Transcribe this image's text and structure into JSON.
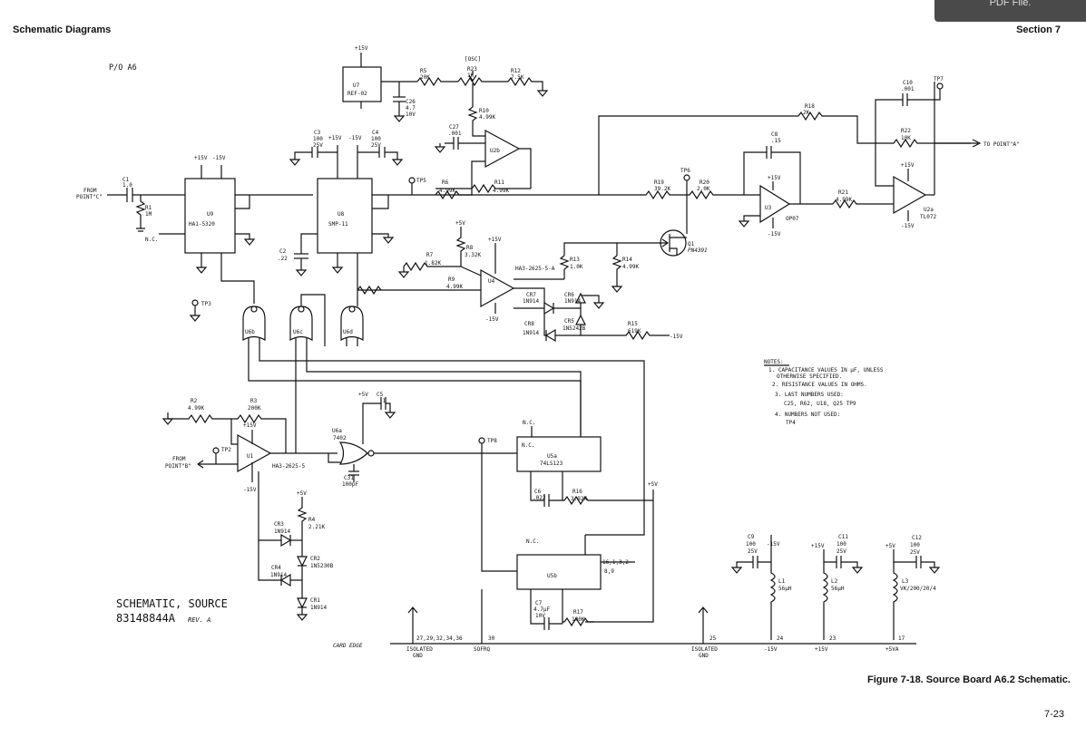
{
  "header": {
    "left": "Schematic Diagrams",
    "right": "Section 7",
    "pdf_badge": "PDF File."
  },
  "footer": {
    "figure_caption": "Figure 7-18.  Source Board A6.2 Schematic.",
    "page_number": "7-23"
  },
  "board_ref": "P/O A6",
  "title_block": {
    "line1": "SCHEMATIC, SOURCE",
    "part_number": "83148844A",
    "rev": "REV. A"
  },
  "notes": {
    "heading": "NOTES:",
    "items": [
      "1. CAPACITANCE VALUES IN μF, UNLESS",
      "OTHERWISE SPECIFIED.",
      "2. RESISTANCE VALUES IN OHMS.",
      "3. LAST NUMBERS USED:",
      "C25, R62, U18, Q25 TP9",
      "4. NUMBERS NOT USED:",
      "TP4"
    ]
  },
  "ics": {
    "u9": {
      "ref": "U9",
      "part": "HA1-5320"
    },
    "u8": {
      "ref": "U8",
      "part": "SMP-11"
    },
    "u7": {
      "ref": "U7",
      "part": "REF-02"
    },
    "u2b": {
      "ref": "U2b"
    },
    "u4": {
      "ref": "U4",
      "part": "HA3-2625-5-A"
    },
    "u3": {
      "ref": "U3",
      "part": "OP07"
    },
    "u2a": {
      "ref": "U2a",
      "part": "TL072"
    },
    "u1": {
      "ref": "U1",
      "part": "HA3-2625-5"
    },
    "u6a": {
      "ref": "U6a",
      "part": "7402"
    },
    "u6b": {
      "ref": "U6b"
    },
    "u6c": {
      "ref": "U6c"
    },
    "u6d": {
      "ref": "U6d"
    },
    "u5a": {
      "ref": "U5a",
      "part": "74LS123"
    },
    "u5b": {
      "ref": "U5b"
    },
    "q1": {
      "ref": "Q1",
      "part": "PN4391"
    }
  },
  "resistors": [
    {
      "ref": "R5",
      "value": "20K"
    },
    {
      "ref": "R23",
      "value": "1K"
    },
    {
      "ref": "R12",
      "value": "7.5K"
    },
    {
      "ref": "R10",
      "value": "4.99K"
    },
    {
      "ref": "R6",
      "value": "4.99K"
    },
    {
      "ref": "R11",
      "value": "4.99K"
    },
    {
      "ref": "R18",
      "value": "2K"
    },
    {
      "ref": "R19",
      "value": "39.2K"
    },
    {
      "ref": "R20",
      "value": "2.0K"
    },
    {
      "ref": "R22",
      "value": "10K"
    },
    {
      "ref": "R21",
      "value": "4.99K"
    },
    {
      "ref": "R1",
      "value": "1M"
    },
    {
      "ref": "R7",
      "value": "1.82K"
    },
    {
      "ref": "R8",
      "value": "3.32K"
    },
    {
      "ref": "R9",
      "value": "4.99K"
    },
    {
      "ref": "R13",
      "value": "1.0K"
    },
    {
      "ref": "R14",
      "value": "4.99K"
    },
    {
      "ref": "R15",
      "value": "619K"
    },
    {
      "ref": "R2",
      "value": "4.99K"
    },
    {
      "ref": "R3",
      "value": "200K"
    },
    {
      "ref": "R4",
      "value": "2.21K"
    },
    {
      "ref": "R16",
      "value": "3.92K"
    },
    {
      "ref": "R17",
      "value": "100K"
    }
  ],
  "capacitors": [
    {
      "ref": "C1",
      "value": "1.0"
    },
    {
      "ref": "C2",
      "value": ".22"
    },
    {
      "ref": "C3",
      "value": "100",
      "rating": "25V"
    },
    {
      "ref": "C4",
      "value": "100",
      "rating": "25V"
    },
    {
      "ref": "C26",
      "value": "4.7",
      "rating": "10V"
    },
    {
      "ref": "C27",
      "value": ".001"
    },
    {
      "ref": "C8",
      "value": ".15"
    },
    {
      "ref": "C10",
      "value": ".001"
    },
    {
      "ref": "C5",
      "value": ".1"
    },
    {
      "ref": "C31",
      "value": "100pF"
    },
    {
      "ref": "C6",
      "value": ".022"
    },
    {
      "ref": "C7",
      "value": "4.7μF",
      "rating": "10V"
    },
    {
      "ref": "C9",
      "value": "100",
      "rating": "25V",
      "supply": "-15V"
    },
    {
      "ref": "C11",
      "value": "100",
      "rating": "25V"
    },
    {
      "ref": "C12",
      "value": "100",
      "rating": "25V"
    }
  ],
  "diodes": [
    {
      "ref": "CR7",
      "part": "1N914"
    },
    {
      "ref": "CR6",
      "part": "1N914"
    },
    {
      "ref": "CR8",
      "part": "1N914"
    },
    {
      "ref": "CR5",
      "part": "1N5242B"
    },
    {
      "ref": "CR3",
      "part": "1N914"
    },
    {
      "ref": "CR2",
      "part": "1N5230B"
    },
    {
      "ref": "CR4",
      "part": "1N914"
    },
    {
      "ref": "CR1",
      "part": "1N914"
    }
  ],
  "inductors": [
    {
      "ref": "L1",
      "value": "56μH"
    },
    {
      "ref": "L2",
      "value": "56μH"
    },
    {
      "ref": "L3",
      "value": "VK/200/20/4"
    }
  ],
  "test_points": {
    "tp7": "TP7",
    "tp6": "TP6",
    "tp5": "TP5",
    "tp3": "TP3",
    "tp2": "TP2",
    "tp8": "TP8"
  },
  "labels": {
    "from_point_c_1": "FROM",
    "from_point_c_2": "POINT\"C\"",
    "from_point_b_1": "FROM",
    "from_point_b_2": "POINT\"B\"",
    "to_point_a": "TO POINT\"A\"",
    "osc": "[OSC]",
    "nc": "N.C.",
    "card_edge": "CARD EDGE",
    "isolated": "ISOLATED",
    "gnd": "GND",
    "sofrq": "SOFRQ",
    "u5b_pins": "16,1,3,2",
    "u5b_pins2": "8,9"
  },
  "card_edge_pins": [
    {
      "pins": "27,29,32,34,36"
    },
    {
      "pins": "30"
    },
    {
      "pins": "25"
    },
    {
      "pins": "24",
      "net": "-15V"
    },
    {
      "pins": "23",
      "net": "+15V"
    },
    {
      "pins": "17",
      "net": "+5VA"
    }
  ],
  "supplies": {
    "p15": "+15V",
    "m15": "-15V",
    "p5": "+5V"
  }
}
